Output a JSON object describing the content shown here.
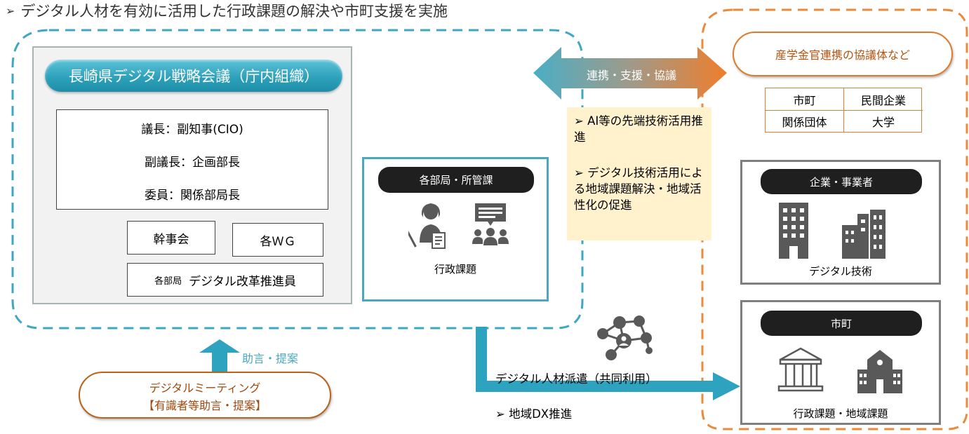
{
  "header": {
    "bullet": "➢",
    "text": "デジタル人材を有効に活用した行政課題の解決や市町支援を実施"
  },
  "council": {
    "title": "長崎県デジタル戦略会議（庁内組織）",
    "roles": [
      "議長：副知事(CIO)",
      "副議長：企画部長",
      "委員：関係部局長"
    ],
    "kanjikai": "幹事会",
    "wg": "各ＷＧ",
    "promoter_prefix": "各部局",
    "promoter": "デジタル改革推進員"
  },
  "departments": {
    "pill": "各部局・所管課",
    "caption": "行政課題"
  },
  "collaboration": {
    "arrow_label": "連携・支援・協議",
    "body": "産学金官連携の協議体など",
    "members": [
      "市町",
      "民間企業",
      "関係団体",
      "大学"
    ]
  },
  "notes": {
    "bullet": "➢",
    "items": [
      "AI等の先端技術活用推進",
      "デジタル技術活用による地域課題解決・地域活性化の促進"
    ]
  },
  "companies": {
    "pill": "企業・事業者",
    "caption": "デジタル技術"
  },
  "municipalities": {
    "pill": "市町",
    "caption": "行政課題・地域課題"
  },
  "meeting": {
    "advice_label": "助言・提案",
    "line1": "デジタルミーティング",
    "line2": "【有識者等助言・提案】"
  },
  "dispatch": {
    "label": "デジタル人材派遣（共同利用）",
    "dx_bullet": "➢",
    "dx": "地域DX推進"
  },
  "colors": {
    "teal": "#4aa8bd",
    "teal_dashed": "#3ea7c2",
    "orange": "#ea8a3a",
    "dark_pill": "#1f1f1f",
    "note_bg": "#fff2cc",
    "gray_border": "#7f7f7f",
    "advice_text": "#4aa8bd"
  },
  "icons": [
    "teacher-icon",
    "meeting-icon",
    "network-icon",
    "office-building-icon",
    "city-buildings-icon",
    "government-building-icon",
    "school-icon"
  ]
}
